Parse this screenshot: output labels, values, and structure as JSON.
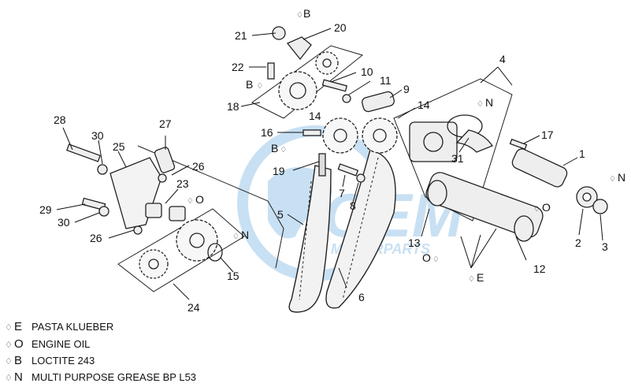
{
  "watermark": {
    "logo_text": "OEM",
    "sub_text": "MOTORPARTS",
    "color": "#9cc8ea"
  },
  "callouts": {
    "c1": "1",
    "c2": "2",
    "c3": "3",
    "c4": "4",
    "c5": "5",
    "c6": "6",
    "c7": "7",
    "c8": "8",
    "c9": "9",
    "c10": "10",
    "c11": "11",
    "c12": "12",
    "c13": "13",
    "c14a": "14",
    "c14b": "14",
    "c15": "15",
    "c16": "16",
    "c17": "17",
    "c18": "18",
    "c19": "19",
    "c20": "20",
    "c21": "21",
    "c22": "22",
    "c23": "23",
    "c24": "24",
    "c25": "25",
    "c26a": "26",
    "c26b": "26",
    "c27": "27",
    "c28": "28",
    "c29": "29",
    "c30a": "30",
    "c30b": "30",
    "c31": "31"
  },
  "markers": {
    "m_b_top": "B",
    "m_b_22": "B",
    "m_b_16": "B",
    "m_o_23": "O",
    "m_n_15": "N",
    "m_n_31": "N",
    "m_n_3": "N",
    "m_o_12": "O",
    "m_o_13": "O",
    "m_e_bottom": "E"
  },
  "legend": [
    {
      "code": "E",
      "text": "PASTA KLUEBER"
    },
    {
      "code": "O",
      "text": "ENGINE OIL"
    },
    {
      "code": "B",
      "text": "LOCTITE 243"
    },
    {
      "code": "N",
      "text": "MULTI PURPOSE GREASE BP L53"
    }
  ],
  "drop_symbol": "♢"
}
